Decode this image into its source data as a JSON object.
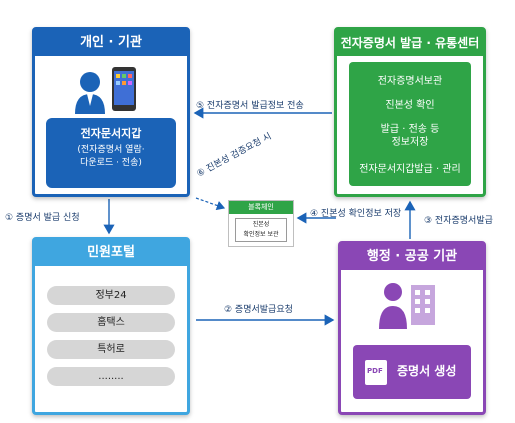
{
  "individual": {
    "title": "개인 · 기관",
    "wallet_title": "전자문서지갑",
    "wallet_sub1": "(전자증명서 열람·",
    "wallet_sub2": "다운로드 · 전송)"
  },
  "center": {
    "title": "전자증명서 발급 · 유통센터",
    "items": [
      "전자증명서보관",
      "진본성 확인",
      "발급 · 전송 등",
      "정보저장",
      "전자문서지갑발급 · 관리"
    ]
  },
  "portal": {
    "title": "민원포털",
    "items": [
      "정부24",
      "홈택스",
      "특허로",
      "........"
    ]
  },
  "agency": {
    "title": "행정 · 공공 기관",
    "pdf_label": "PDF",
    "generate_label": "증명서 생성"
  },
  "blockchain": {
    "title": "블록체인",
    "line1": "진본성",
    "line2": "확인정보 보관"
  },
  "steps": {
    "s1": "① 증명서 발급 신청",
    "s2": "② 증명서발급요청",
    "s3": "③ 전자증명서발급",
    "s4": "④ 진본성 확인정보 저장",
    "s5": "⑤ 전자증명서 발급정보 전송",
    "s6": "⑥ 진본성 검증요청 시"
  },
  "colors": {
    "blue": "#1b63b7",
    "green": "#2fa447",
    "sky": "#3fa6e0",
    "purple": "#8a47b5",
    "arrow": "#1b63b7"
  }
}
